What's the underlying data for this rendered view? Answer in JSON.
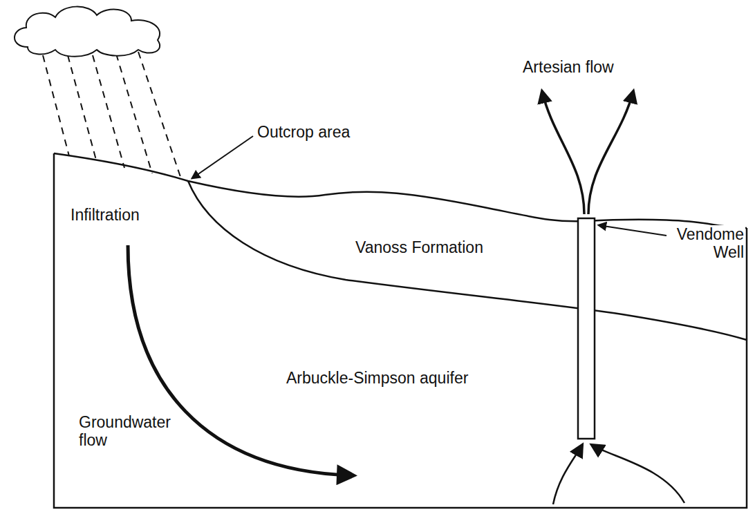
{
  "diagram": {
    "labels": [
      "Outcrop area",
      "Artesian flow",
      "Vendome Well",
      "Infiltration",
      "Vanoss Formation",
      "Arbuckle-Simpson aquifer",
      "Groundwater flow"
    ]
  }
}
